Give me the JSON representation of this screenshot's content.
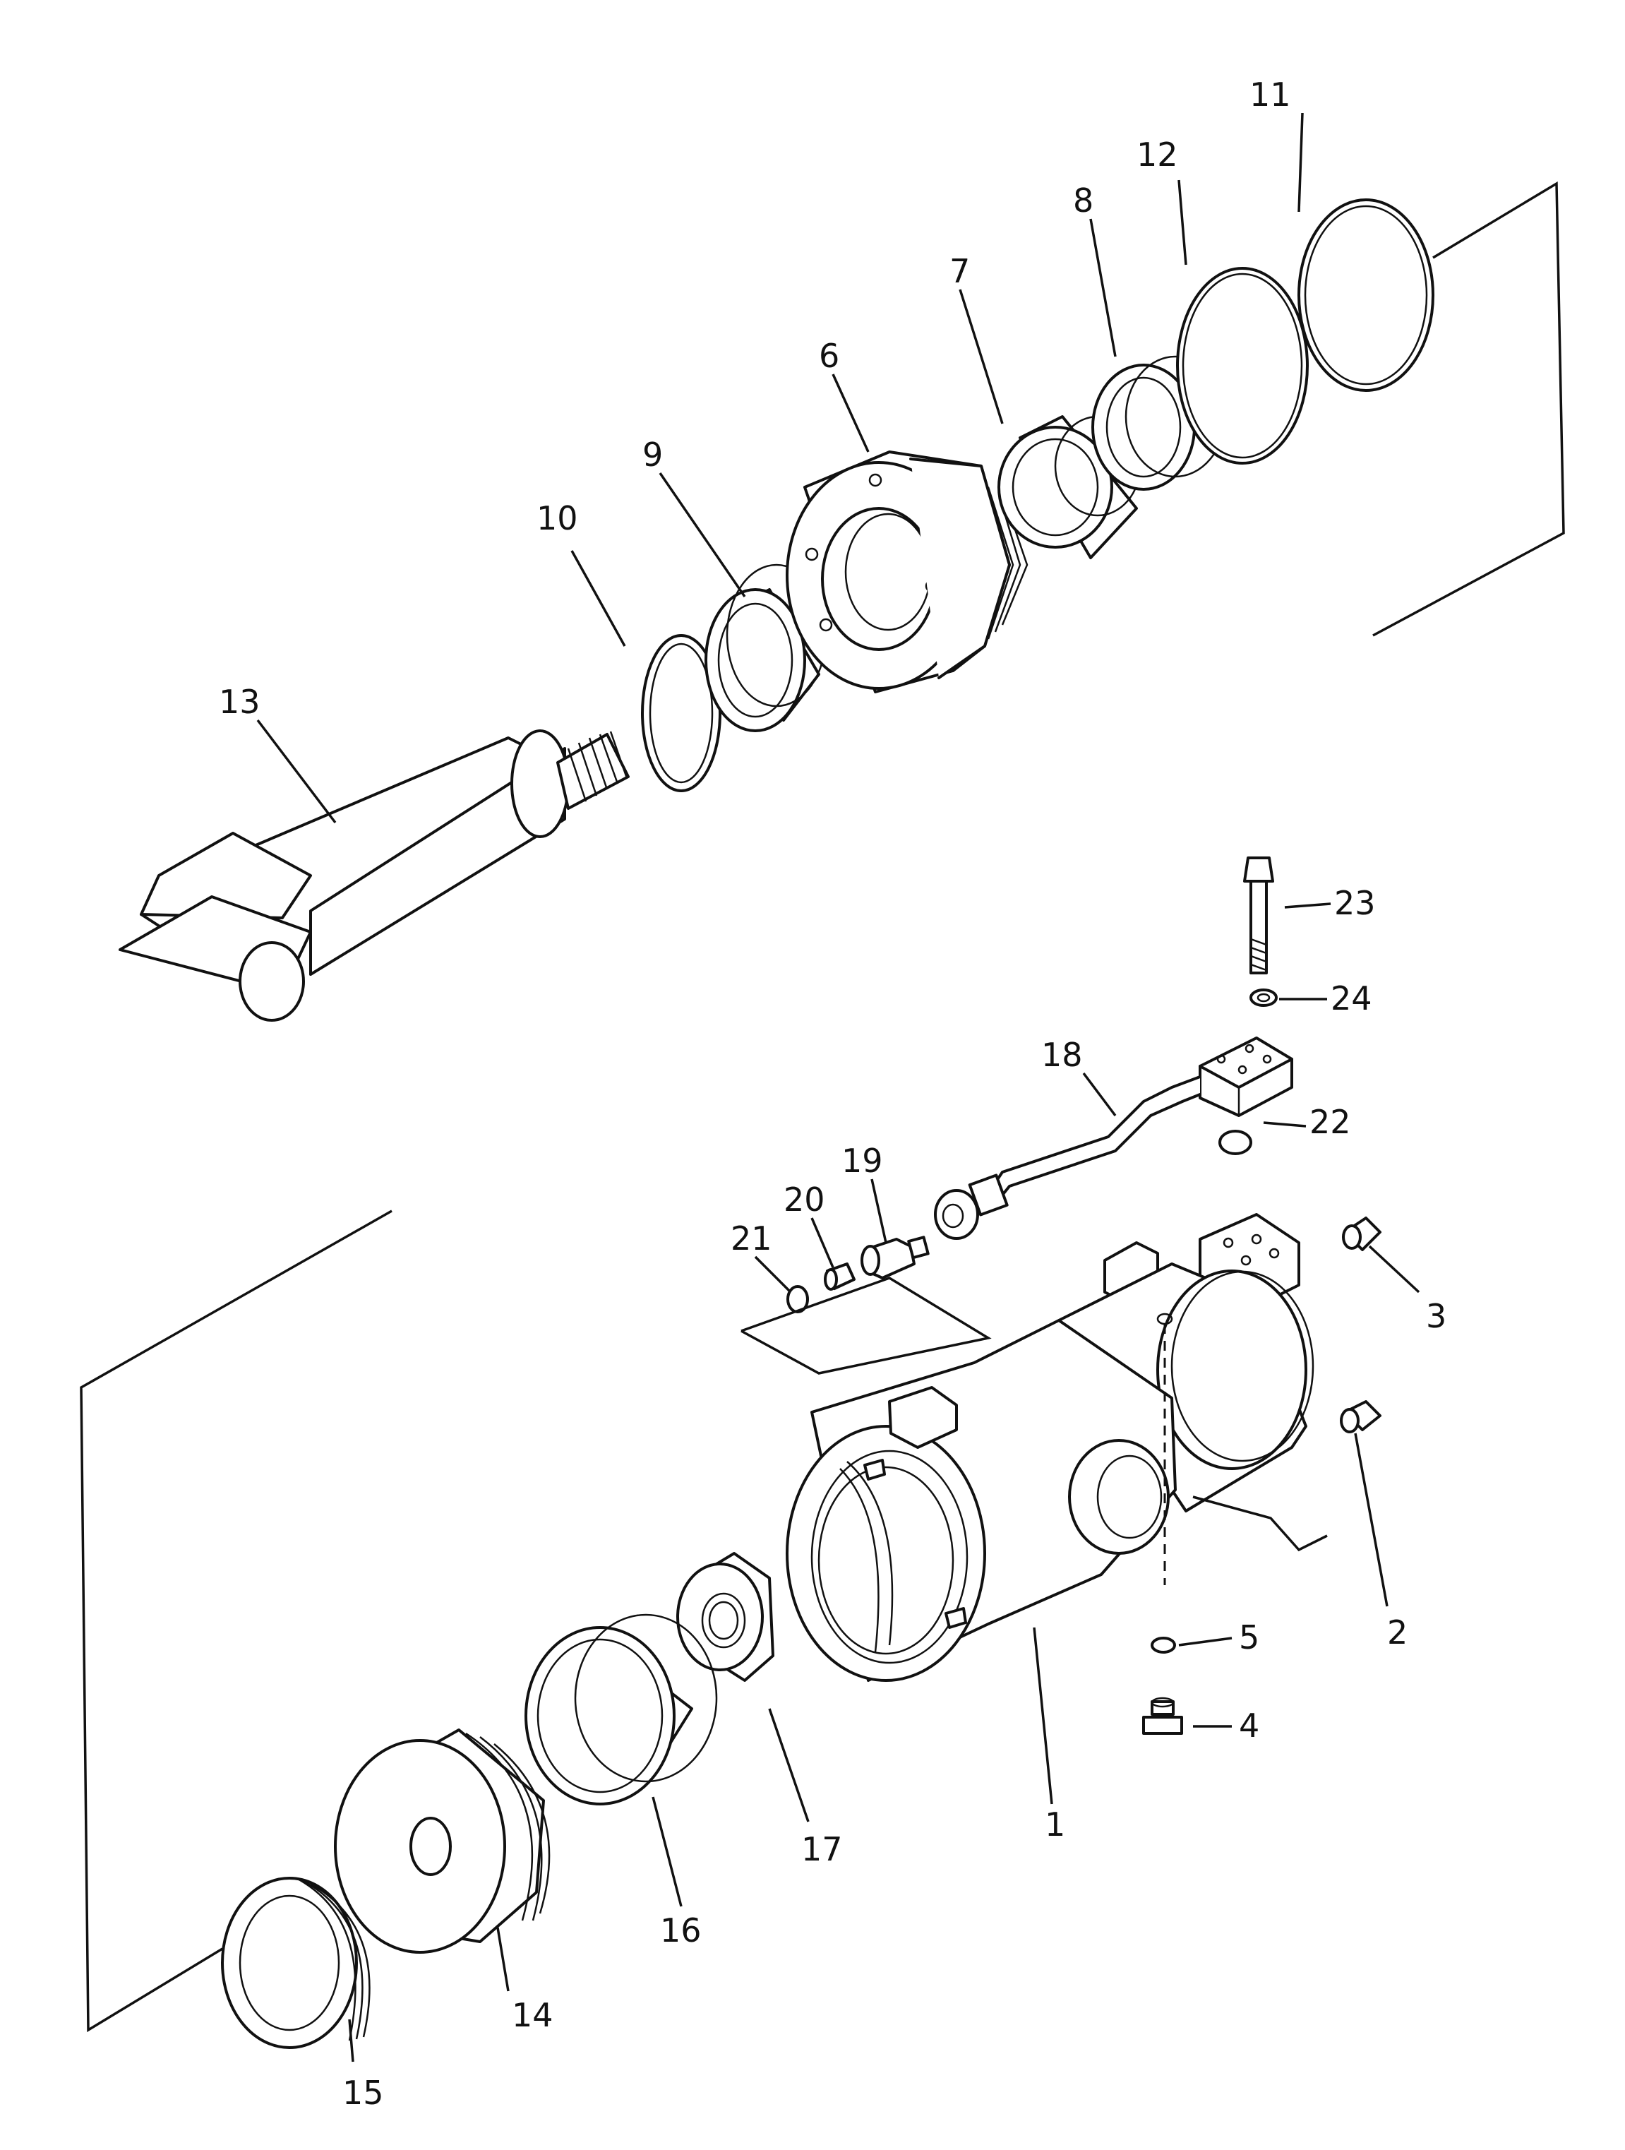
{
  "diagram": {
    "callouts": [
      {
        "id": "p1",
        "label": "1"
      },
      {
        "id": "p2",
        "label": "2"
      },
      {
        "id": "p3",
        "label": "3"
      },
      {
        "id": "p4",
        "label": "4"
      },
      {
        "id": "p5",
        "label": "5"
      },
      {
        "id": "p6",
        "label": "6"
      },
      {
        "id": "p7",
        "label": "7"
      },
      {
        "id": "p8",
        "label": "8"
      },
      {
        "id": "p9",
        "label": "9"
      },
      {
        "id": "p10",
        "label": "10"
      },
      {
        "id": "p11",
        "label": "11"
      },
      {
        "id": "p12",
        "label": "12"
      },
      {
        "id": "p13",
        "label": "13"
      },
      {
        "id": "p14",
        "label": "14"
      },
      {
        "id": "p15",
        "label": "15"
      },
      {
        "id": "p16",
        "label": "16"
      },
      {
        "id": "p17",
        "label": "17"
      },
      {
        "id": "p18",
        "label": "18"
      },
      {
        "id": "p19",
        "label": "19"
      },
      {
        "id": "p20",
        "label": "20"
      },
      {
        "id": "p21",
        "label": "21"
      },
      {
        "id": "p22",
        "label": "22"
      },
      {
        "id": "p23",
        "label": "23"
      },
      {
        "id": "p24",
        "label": "24"
      }
    ],
    "colors": {
      "ink": "#111111",
      "paper": "#ffffff"
    }
  }
}
